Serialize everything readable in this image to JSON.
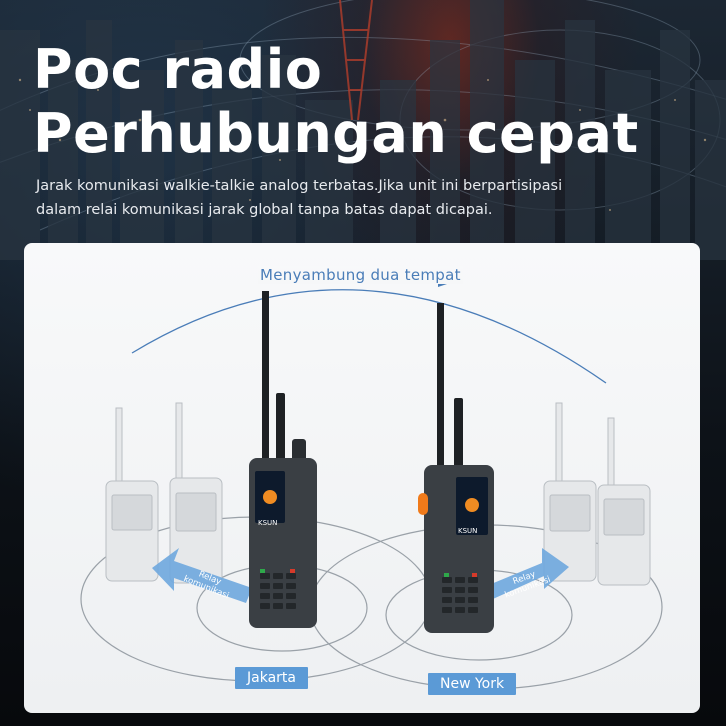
{
  "headline": {
    "line1": "Poc radio",
    "line2": "Perhubungan cepat"
  },
  "subtitle": {
    "line1": "Jarak komunikasi walkie-talkie analog terbatas.Jika unit ini berpartisipasi",
    "line2": "dalam relai komunikasi jarak global tanpa batas dapat dicapai."
  },
  "diagram": {
    "connect_label": "Menyambung dua tempat",
    "relay_left_line1": "Relay",
    "relay_left_line2": "komunikasi",
    "relay_right_line1": "Relay",
    "relay_right_line2": "komunikasi",
    "city_left": "Jakarta",
    "city_right": "New York",
    "brand_left": "KSUN",
    "brand_right": "KSUN"
  },
  "colors": {
    "accent_blue": "#5b9ad6",
    "line_blue": "#4a7db8",
    "ptt_orange": "#f07a1a"
  }
}
